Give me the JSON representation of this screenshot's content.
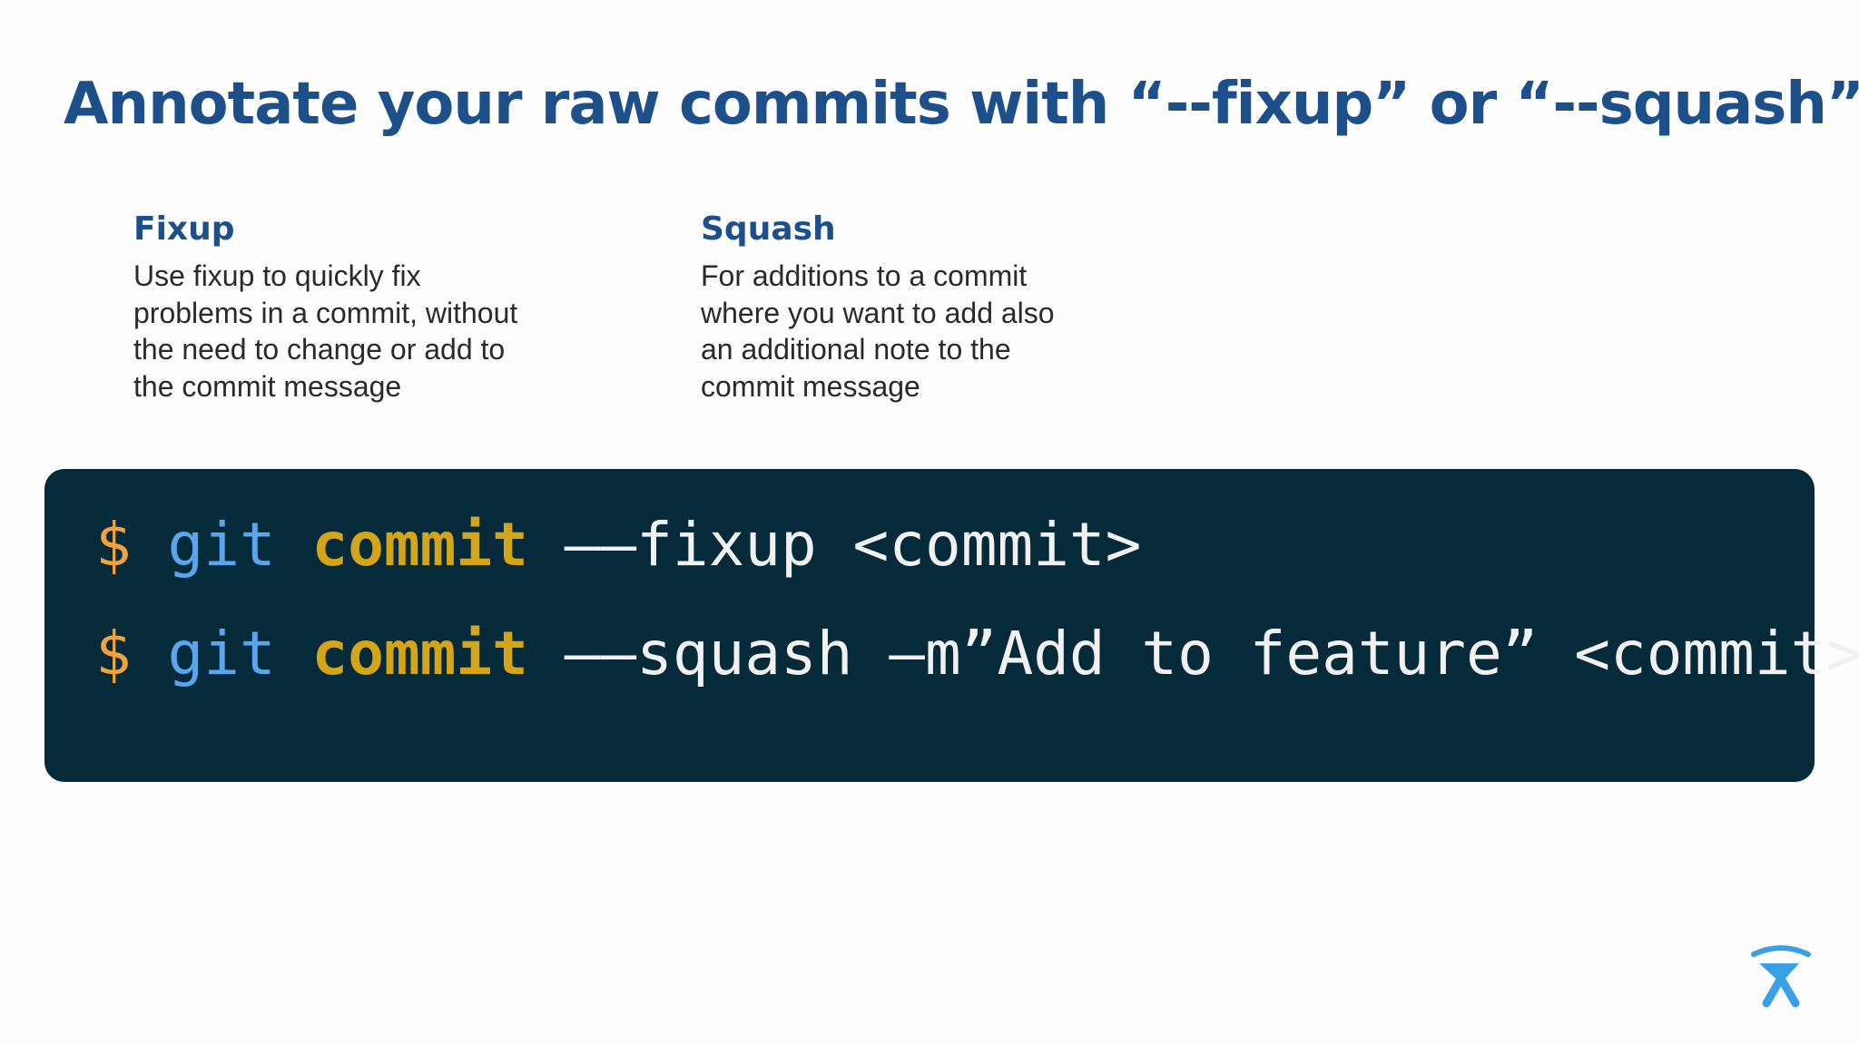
{
  "slide": {
    "title": "Annotate your raw commits with “--fixup” or  “--squash”",
    "columns": [
      {
        "heading": "Fixup",
        "body": "Use fixup to quickly fix problems in a commit, without the need to change or add to the commit message"
      },
      {
        "heading": "Squash",
        "body": "For additions to a commit where you want to add also an additional note to the commit message"
      }
    ]
  },
  "code": {
    "lines": [
      {
        "prompt": "$",
        "cmd": "git",
        "sub": "commit",
        "args": "––fixup <commit>"
      },
      {
        "prompt": "$",
        "cmd": "git",
        "sub": "commit",
        "args": "––squash –m”Add to feature” <commit>"
      }
    ]
  },
  "colors": {
    "title": "#1d4f8a",
    "code_background": "#052a3a",
    "prompt": "#f2a23a",
    "git": "#5aa6ec",
    "commit": "#d4a516",
    "logo": "#3aa0e6"
  },
  "logo": {
    "icon": "atlassian-logo-icon"
  }
}
